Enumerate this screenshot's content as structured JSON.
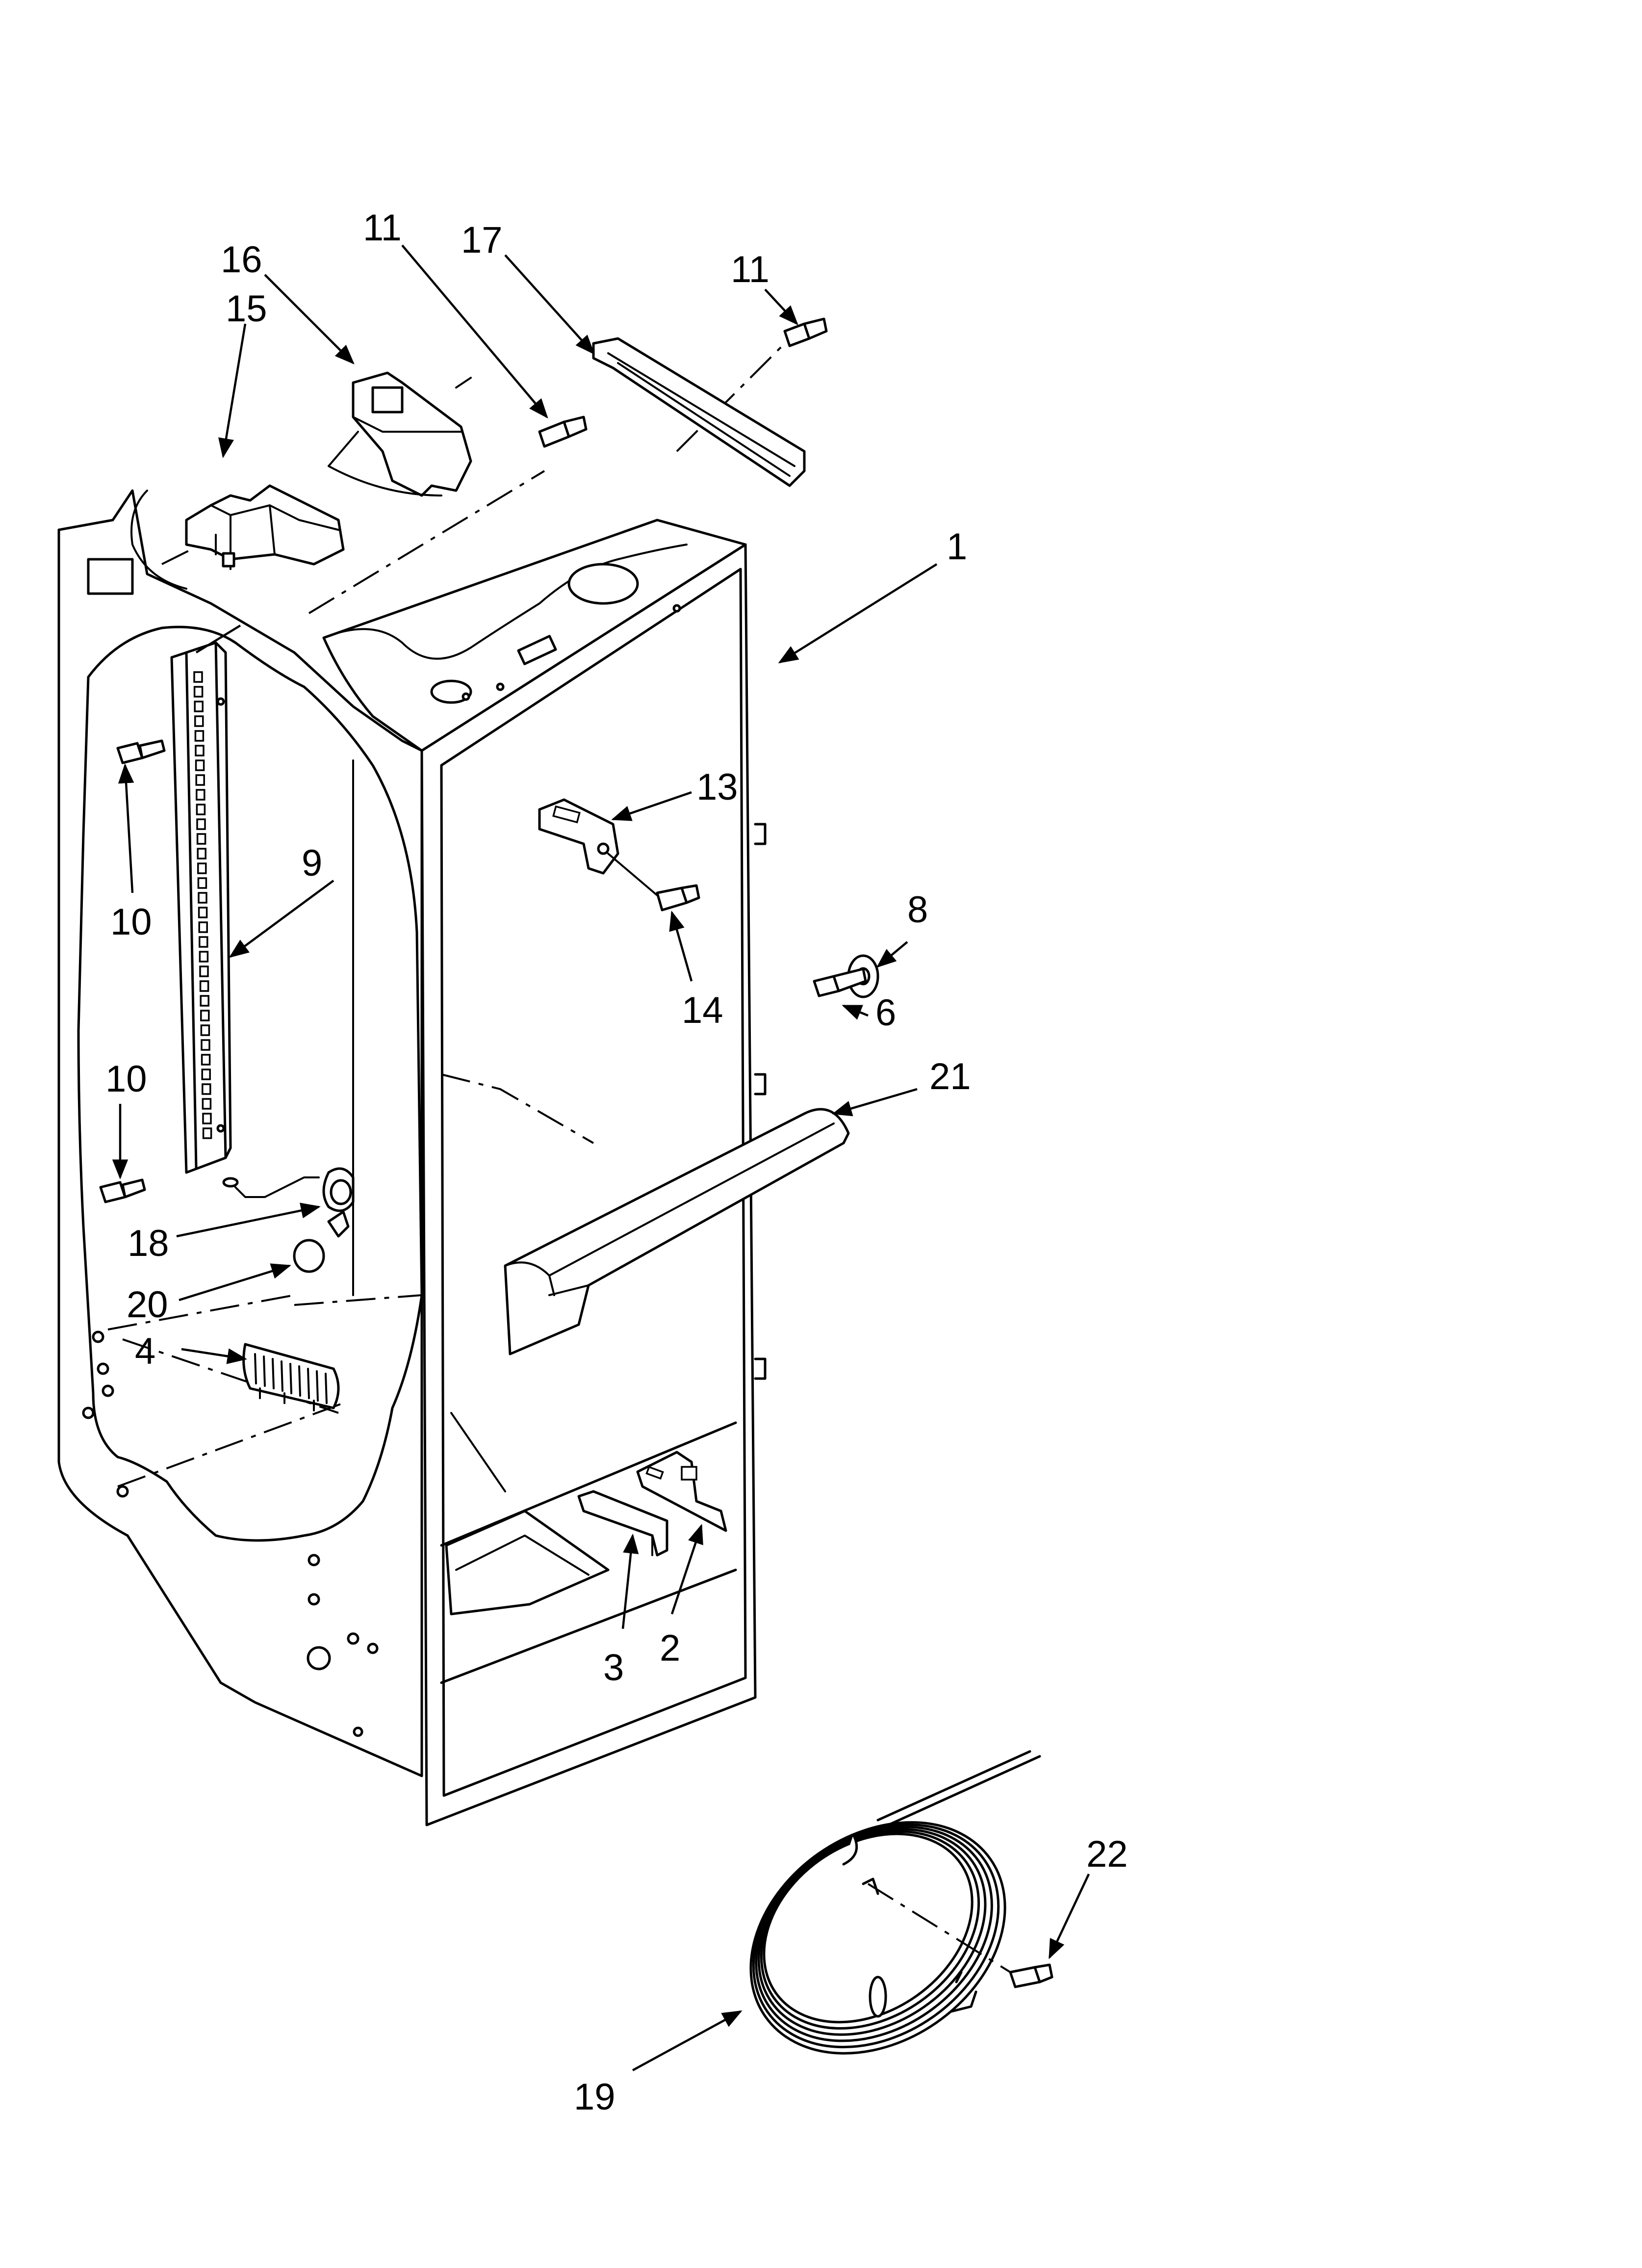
{
  "labels": {
    "p1": "1",
    "p2": "2",
    "p3": "3",
    "p4": "4",
    "p6": "6",
    "p8": "8",
    "p9": "9",
    "p10a": "10",
    "p10b": "10",
    "p11a": "11",
    "p11b": "11",
    "p13": "13",
    "p14": "14",
    "p15": "15",
    "p16": "16",
    "p17": "17",
    "p18": "18",
    "p19": "19",
    "p20": "20",
    "p21": "21",
    "p22": "22"
  },
  "colors": {
    "ink": "#000000",
    "paper": "#ffffff"
  }
}
